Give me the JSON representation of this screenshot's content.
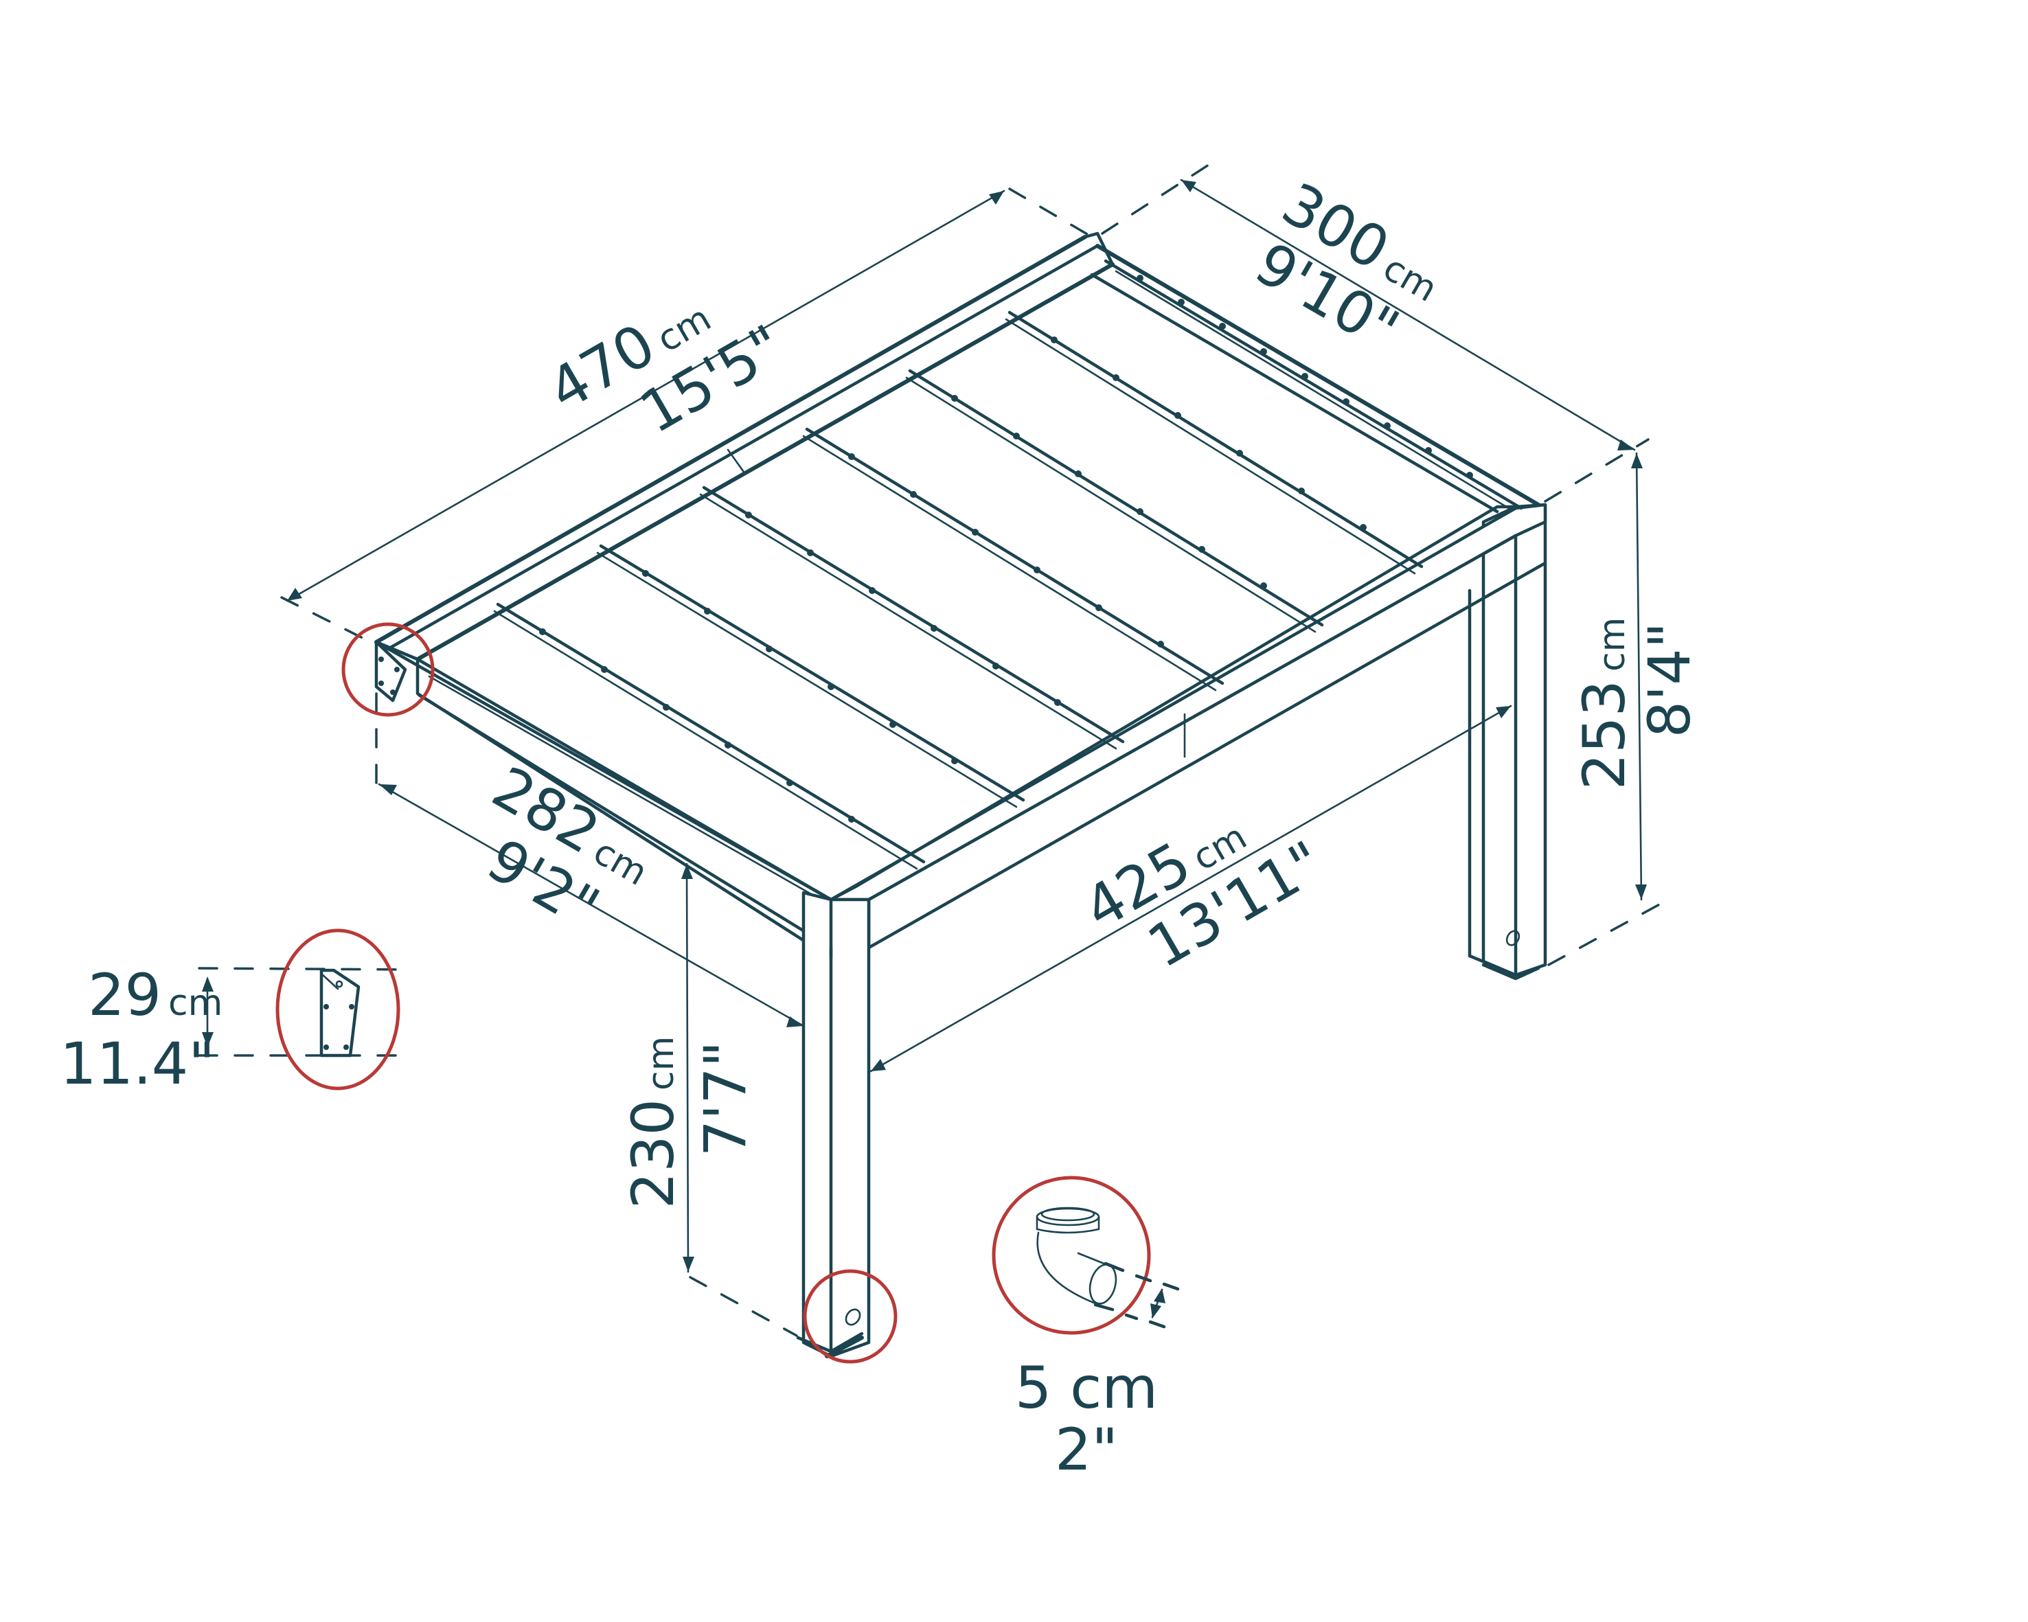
{
  "diagram": {
    "subject": "pergola dimension drawing",
    "colors": {
      "line": "#1c4450",
      "highlight_circle": "#b83a37",
      "background": "#ffffff"
    },
    "dimensions": {
      "length": {
        "metric_value": "470",
        "metric_unit": "cm",
        "imperial": "15'5\""
      },
      "depth": {
        "metric_value": "300",
        "metric_unit": "cm",
        "imperial": "9'10\""
      },
      "overall_height": {
        "metric_value": "253",
        "metric_unit": "cm",
        "imperial": "8'4\""
      },
      "post_spacing_depth": {
        "metric_value": "282",
        "metric_unit": "cm",
        "imperial": "9'2\""
      },
      "post_spacing_length": {
        "metric_value": "425",
        "metric_unit": "cm",
        "imperial": "13'11\""
      },
      "clearance_height": {
        "metric_value": "230",
        "metric_unit": "cm",
        "imperial": "7'7\""
      },
      "bracket_height": {
        "metric_value": "29",
        "metric_unit": "cm",
        "imperial": "11.4\""
      },
      "downpipe_diameter": {
        "metric_value": "5 cm",
        "imperial": "2\""
      }
    },
    "details": [
      {
        "name": "wall-bracket",
        "label": "bracket detail"
      },
      {
        "name": "post-base",
        "label": "post base drain outlet"
      },
      {
        "name": "downpipe-elbow",
        "label": "downpipe elbow"
      }
    ],
    "roof_panels": 6
  }
}
